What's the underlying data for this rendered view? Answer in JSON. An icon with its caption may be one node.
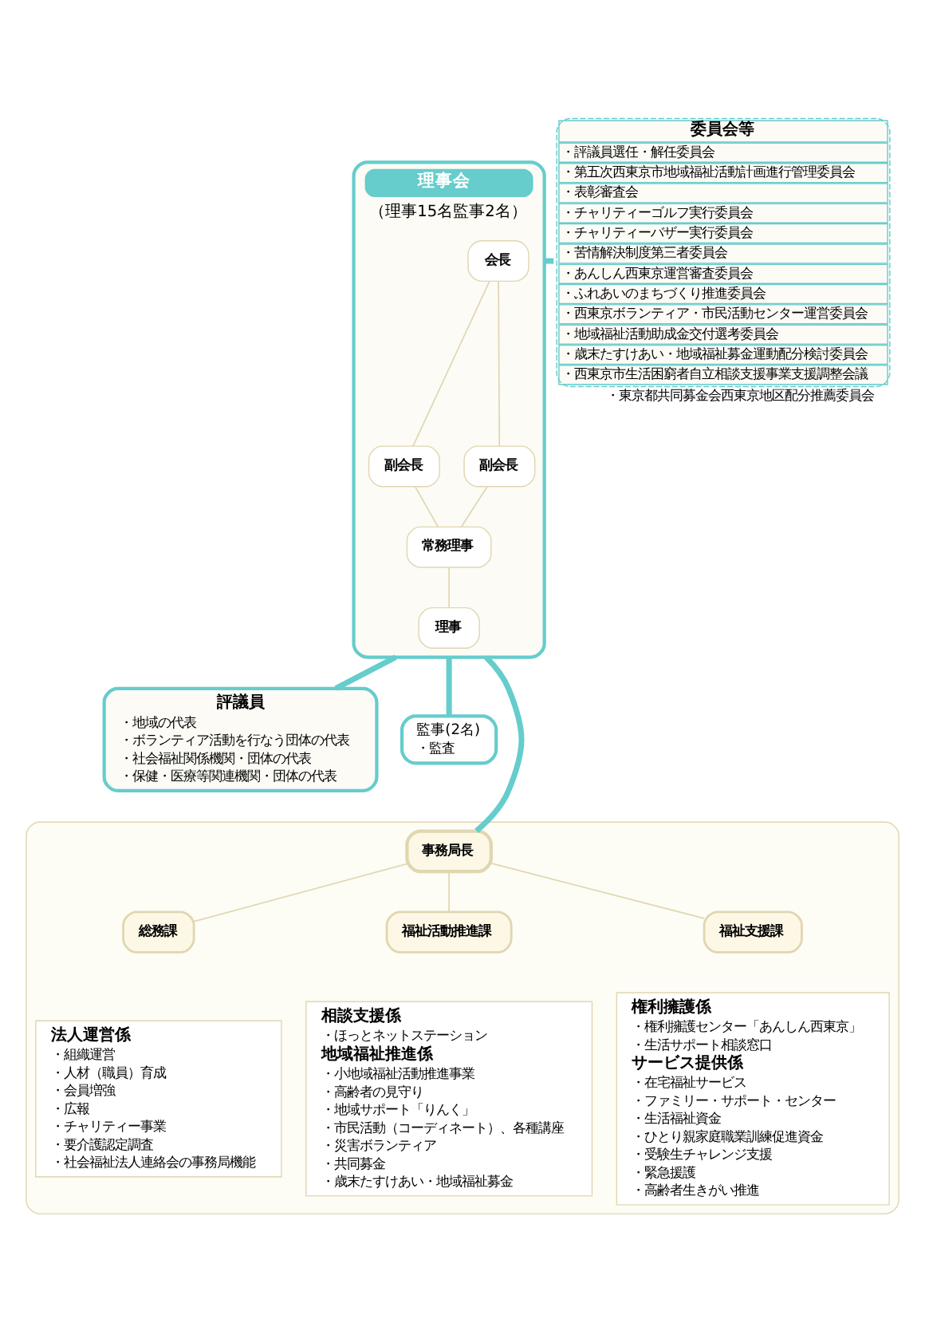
{
  "diagram": {
    "nodes": [
      {
        "text": [
          "理事会",
          "（理事15名監事2名）"
        ]
      },
      {
        "text": [
          "会長"
        ],
        "in": 0
      },
      {
        "text": [
          "副会長"
        ],
        "in": 0
      },
      {
        "text": [
          "副会長"
        ],
        "in": 0
      },
      {
        "text": [
          "常務理事"
        ],
        "in": 0
      },
      {
        "text": [
          "理事"
        ],
        "in": 0
      },
      {
        "text": [
          "委員会等",
          "・評議員選任・解任委員会",
          "・第五次西東京市地域福祉活動計画進行管理委員会",
          "・表彰審査会",
          "・チャリティーゴルフ実行委員会",
          "・チャリティーバザー実行委員会",
          "・苦情解決制度第三者委員会",
          "・あんしん西東京運営審査委員会",
          "・ふれあいのまちづくり推進委員会",
          "・西東京ボランティア・市民活動センター運営委員会",
          "・地域福祉活動助成金交付選考委員会",
          "・歳末たすけあい・地域福祉募金運動配分検討委員会",
          "・西東京市生活困窮者自立相談支援事業支援調整会議"
        ],
        "beside": [
          "・東京都共同募金会西東京地区配分推薦委員会"
        ]
      },
      {
        "text": [
          "評議員",
          "・地域の代表",
          "・ボランティア活動を行なう団体の代表",
          "・社会福祉関係機関・団体の代表",
          "・保健・医療等関連機関・団体の代表"
        ]
      },
      {
        "text": [
          "監事(2名)",
          "・監査"
        ]
      },
      {
        "text": [],
        "shape": "box"
      },
      {
        "text": [
          "事務局長"
        ],
        "in": 9
      },
      {
        "text": [
          "総務課"
        ],
        "in": 9
      },
      {
        "text": [
          "福祉活動推進課"
        ],
        "in": 9
      },
      {
        "text": [
          "福祉支援課"
        ],
        "in": 9
      },
      {
        "text": [
          "法人運営係",
          "・組織運営",
          "・人材（職員）育成",
          "・会員増強",
          "・広報",
          "・チャリティー事業",
          "・要介護認定調査",
          "・社会福祉法人連絡会の事務局機能"
        ],
        "in": 9
      },
      {
        "text": [
          "相談支援係",
          "・ほっとネットステーション",
          "地域福祉推進係",
          "・小地域福祉活動推進事業",
          "・高齢者の見守り",
          "・地域サポート「りんく」",
          "・市民活動（コーディネート）、各種講座",
          "・災害ボランティア",
          "・共同募金",
          "・歳末たすけあい・地域福祉募金"
        ],
        "in": 9
      },
      {
        "text": [
          "権利擁護係",
          "・権利擁護センター「あんしん西東京」",
          "・生活サポート相談窓口",
          "サービス提供係",
          "・在宅福祉サービス",
          "・ファミリー・サポート・センター",
          "・生活福祉資金",
          "・ひとり親家庭職業訓練促進資金",
          "・受験生チャレンジ支援",
          "・緊急援護",
          "・高齢者生きがい推進"
        ],
        "in": 9
      }
    ],
    "edges": [
      {
        "from": 1,
        "to": 2,
        "arrow": "none"
      },
      {
        "from": 1,
        "to": 3,
        "arrow": "none"
      },
      {
        "from": 2,
        "to": 4,
        "arrow": "none"
      },
      {
        "from": 3,
        "to": 4,
        "arrow": "none"
      },
      {
        "from": 4,
        "to": 5,
        "arrow": "none"
      },
      {
        "from": 0,
        "to": 6,
        "arrow": "none",
        "style": "thick",
        "color": "#66cccc"
      },
      {
        "from": 0,
        "to": 7,
        "arrow": "none",
        "style": "thick",
        "color": "#66cccc"
      },
      {
        "from": 0,
        "to": 8,
        "arrow": "none",
        "style": "thick",
        "color": "#66cccc"
      },
      {
        "from": 0,
        "to": 10,
        "arrow": "none",
        "style": "thick",
        "color": "#66cccc"
      },
      {
        "from": 10,
        "to": 11,
        "arrow": "none"
      },
      {
        "from": 10,
        "to": 12,
        "arrow": "none"
      },
      {
        "from": 10,
        "to": 13,
        "arrow": "none"
      }
    ]
  }
}
